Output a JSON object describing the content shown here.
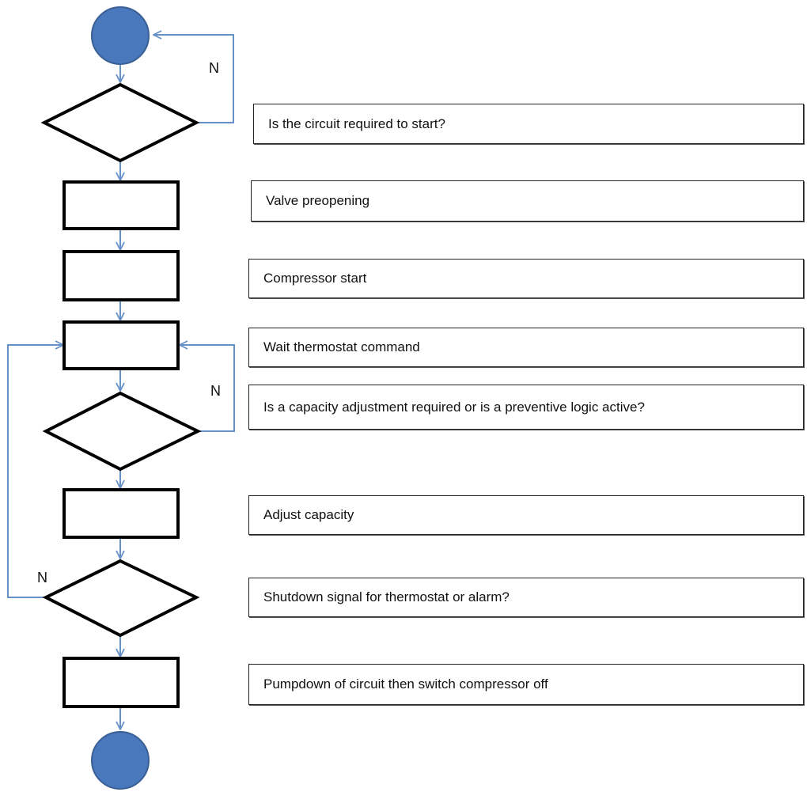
{
  "colors": {
    "terminal_fill": "#4a78bc",
    "terminal_stroke": "#3a5f95",
    "connector": "#6690c8",
    "shape_stroke": "#000000"
  },
  "steps": [
    "Is the circuit required to start?",
    "Valve preopening",
    "Compressor start",
    "Wait thermostat command",
    "Is a capacity adjustment required or is a preventive logic active?",
    "Adjust capacity",
    "Shutdown signal for thermostat or alarm?",
    "Pumpdown of circuit then switch compressor off"
  ],
  "loop_labels": {
    "start_loop": "N",
    "capacity_loop": "N",
    "shutdown_loop": "N"
  }
}
